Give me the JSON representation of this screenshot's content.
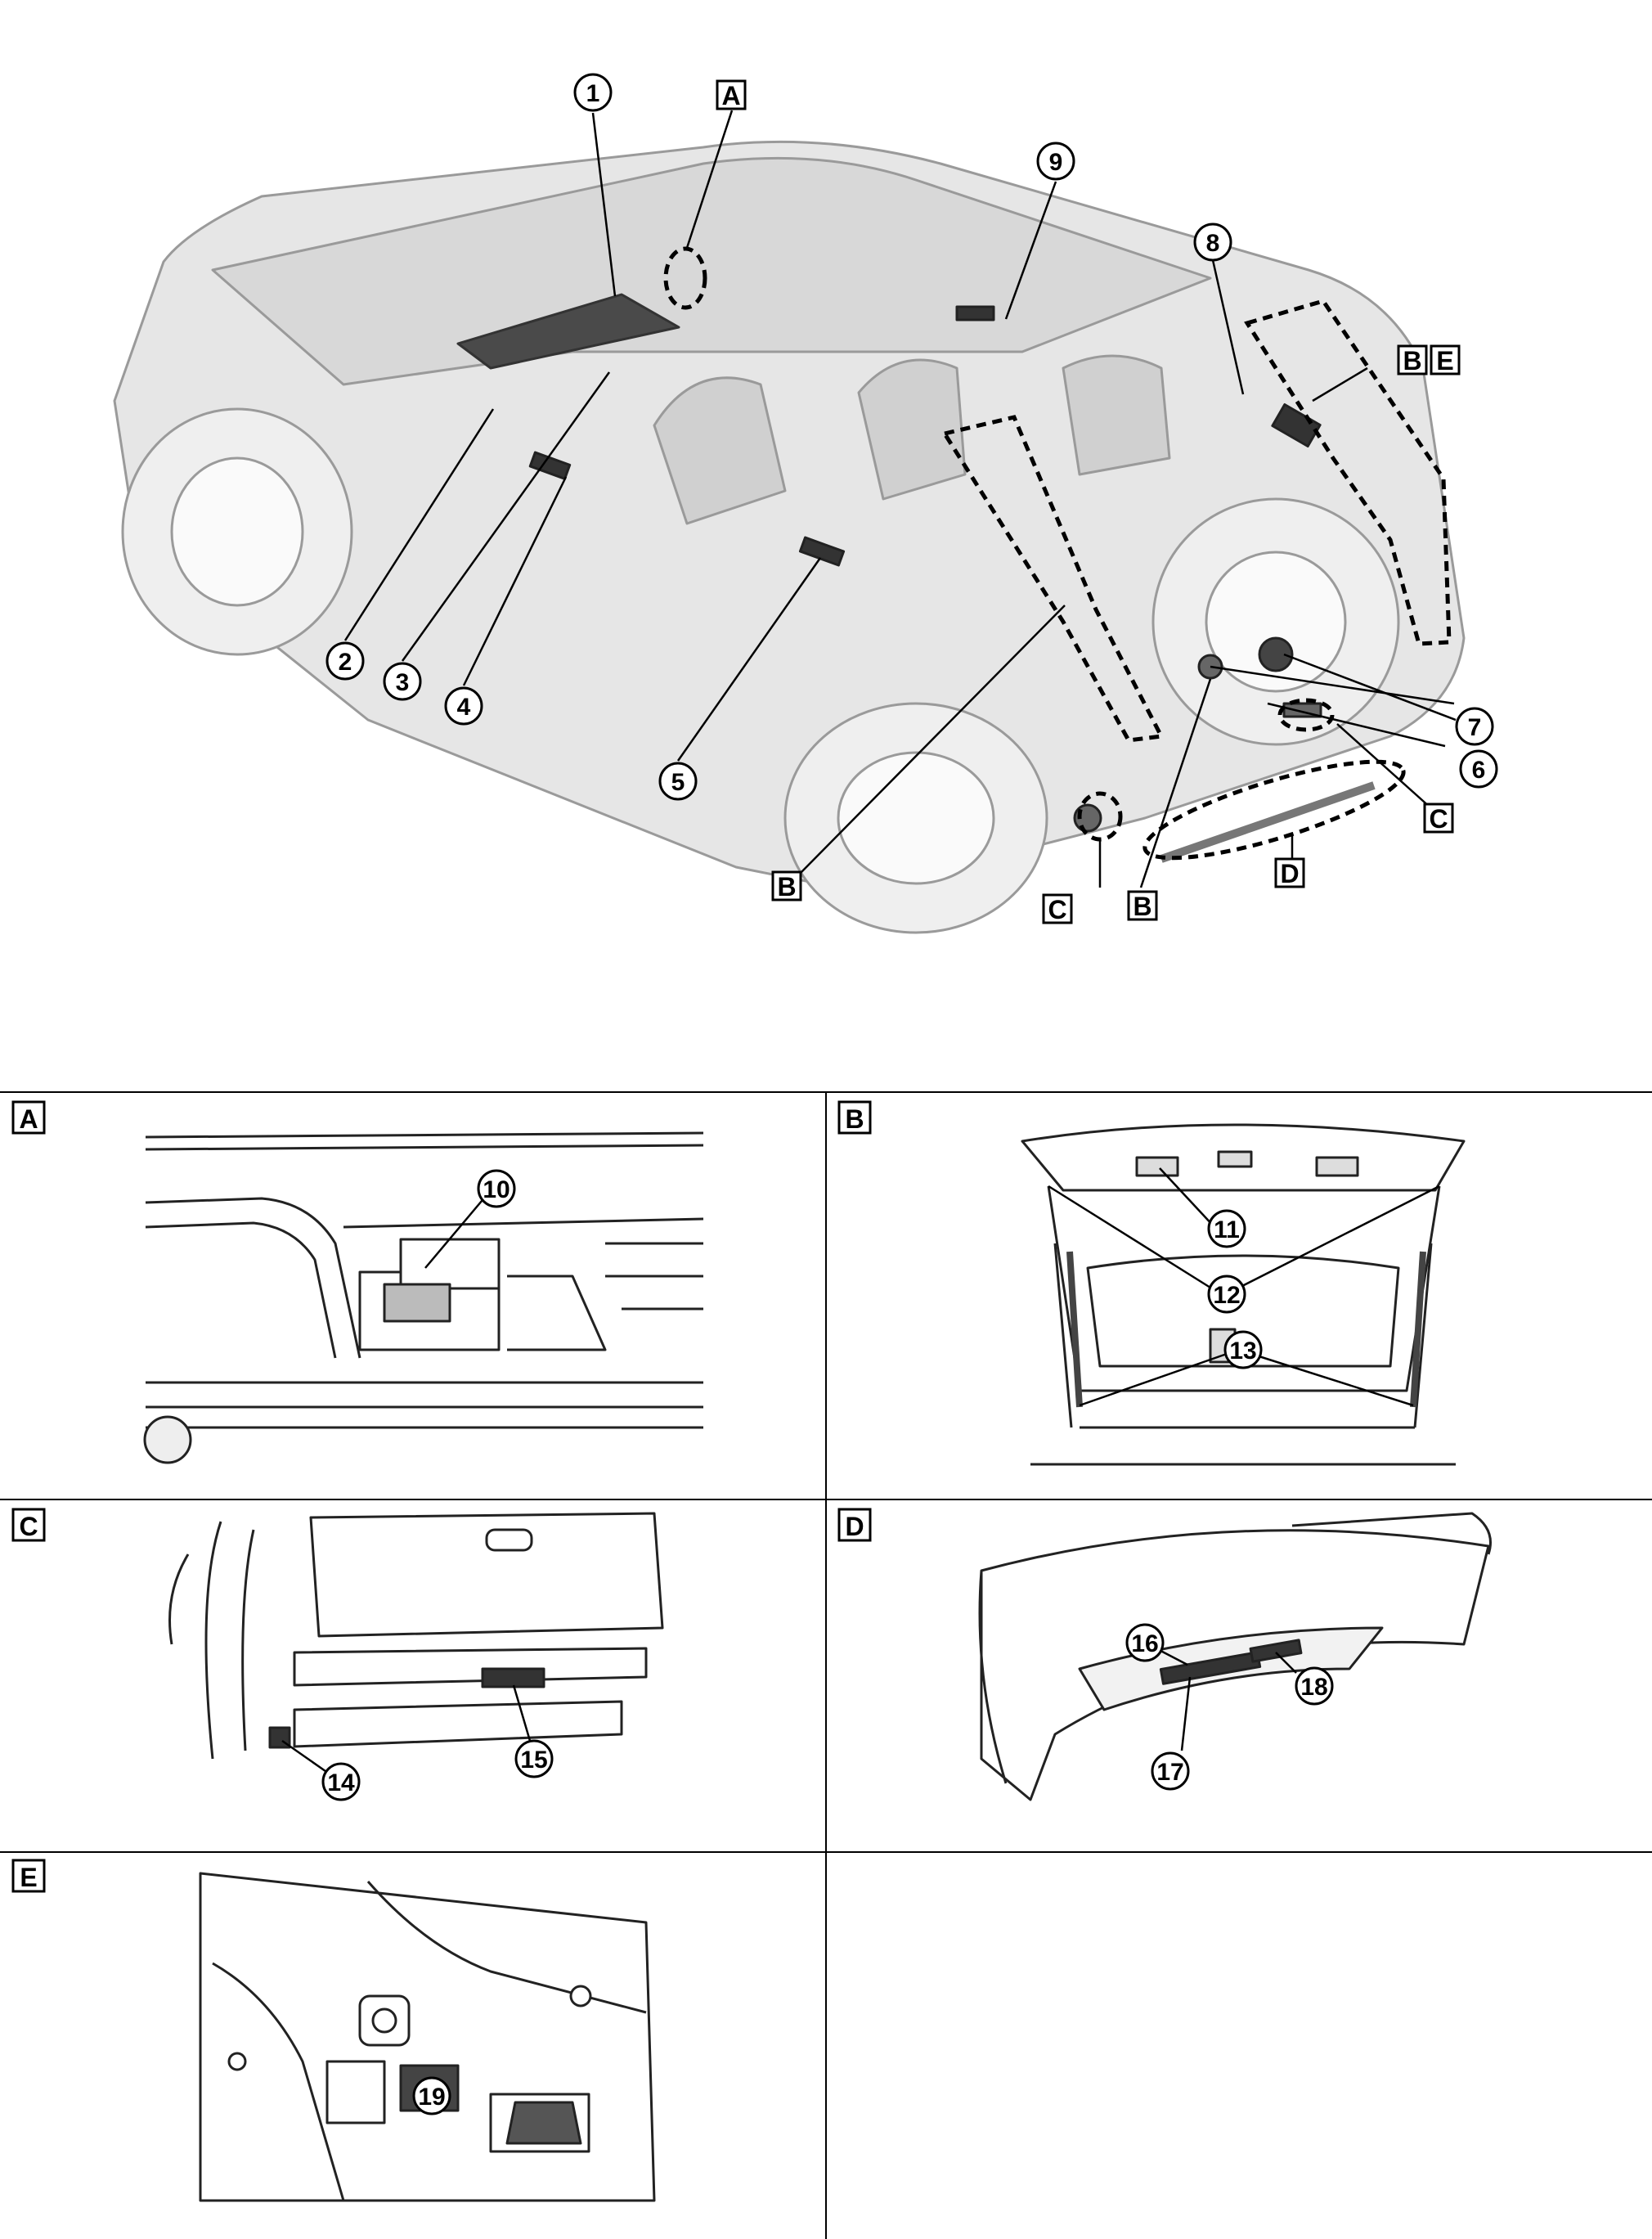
{
  "overview": {
    "callouts": [
      "1",
      "2",
      "3",
      "4",
      "5",
      "6",
      "7",
      "8",
      "9"
    ],
    "area_labels": [
      "A",
      "B",
      "E",
      "C",
      "B",
      "C",
      "B",
      "D"
    ]
  },
  "panels": [
    {
      "label": "A",
      "callouts": [
        "10"
      ]
    },
    {
      "label": "B",
      "callouts": [
        "11",
        "12",
        "13"
      ]
    },
    {
      "label": "C",
      "callouts": [
        "14",
        "15"
      ]
    },
    {
      "label": "D",
      "callouts": [
        "16",
        "17",
        "18"
      ]
    },
    {
      "label": "E",
      "callouts": [
        "19"
      ]
    }
  ]
}
